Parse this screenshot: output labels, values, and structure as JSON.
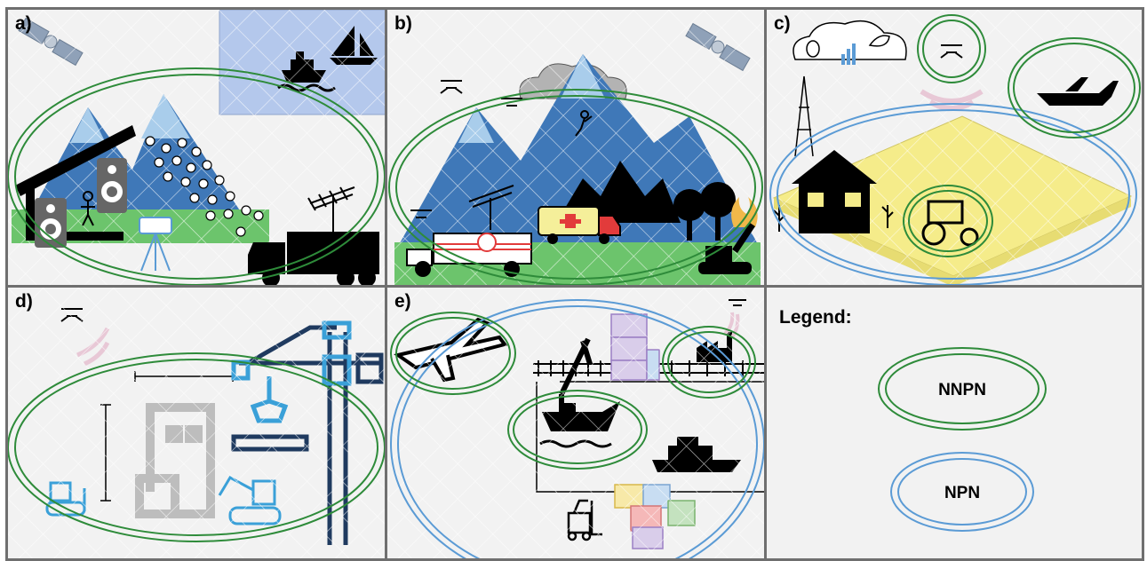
{
  "panels": [
    {
      "label": "a)"
    },
    {
      "label": "b)"
    },
    {
      "label": "c)"
    },
    {
      "label": "d)"
    },
    {
      "label": "e)"
    }
  ],
  "legend": {
    "title": "Legend:",
    "nnpn": "NNPN",
    "npn": "NPN"
  },
  "colors": {
    "panel_bg": "#f2f2f2",
    "border": "#6f6f6f",
    "nnpn_ring": "#2e8b3a",
    "npn_ring": "#5b9bd5",
    "mountain_dark": "#3f78b8",
    "mountain_light": "#a9cdeb",
    "grass": "#6cc46c",
    "sea_box": "#b4c8ec",
    "field": "#f5ec8a",
    "signal": "#e8c8d6",
    "crane": "#1f3a5f",
    "crane_accent": "#3aa0d8"
  },
  "icons": [
    "satellite-icon",
    "ship-icon",
    "sailboat-icon",
    "speaker-icon",
    "person-icon",
    "crowd-icon",
    "camera-icon",
    "antenna-icon",
    "truck-icon",
    "drone-icon",
    "cloud-icon",
    "climber-icon",
    "ambulance-icon",
    "ruins-icon",
    "tree-icon",
    "fire-icon",
    "excavator-icon",
    "bug-icon",
    "chart-icon",
    "leaf-icon",
    "cell-tower-icon",
    "house-icon",
    "tractor-icon",
    "wheat-icon",
    "airplane-icon",
    "building-icon",
    "tower-crane-icon",
    "bulldozer-icon",
    "container-stack-icon",
    "railway-icon",
    "factory-icon",
    "cargo-ship-icon",
    "forklift-icon"
  ]
}
